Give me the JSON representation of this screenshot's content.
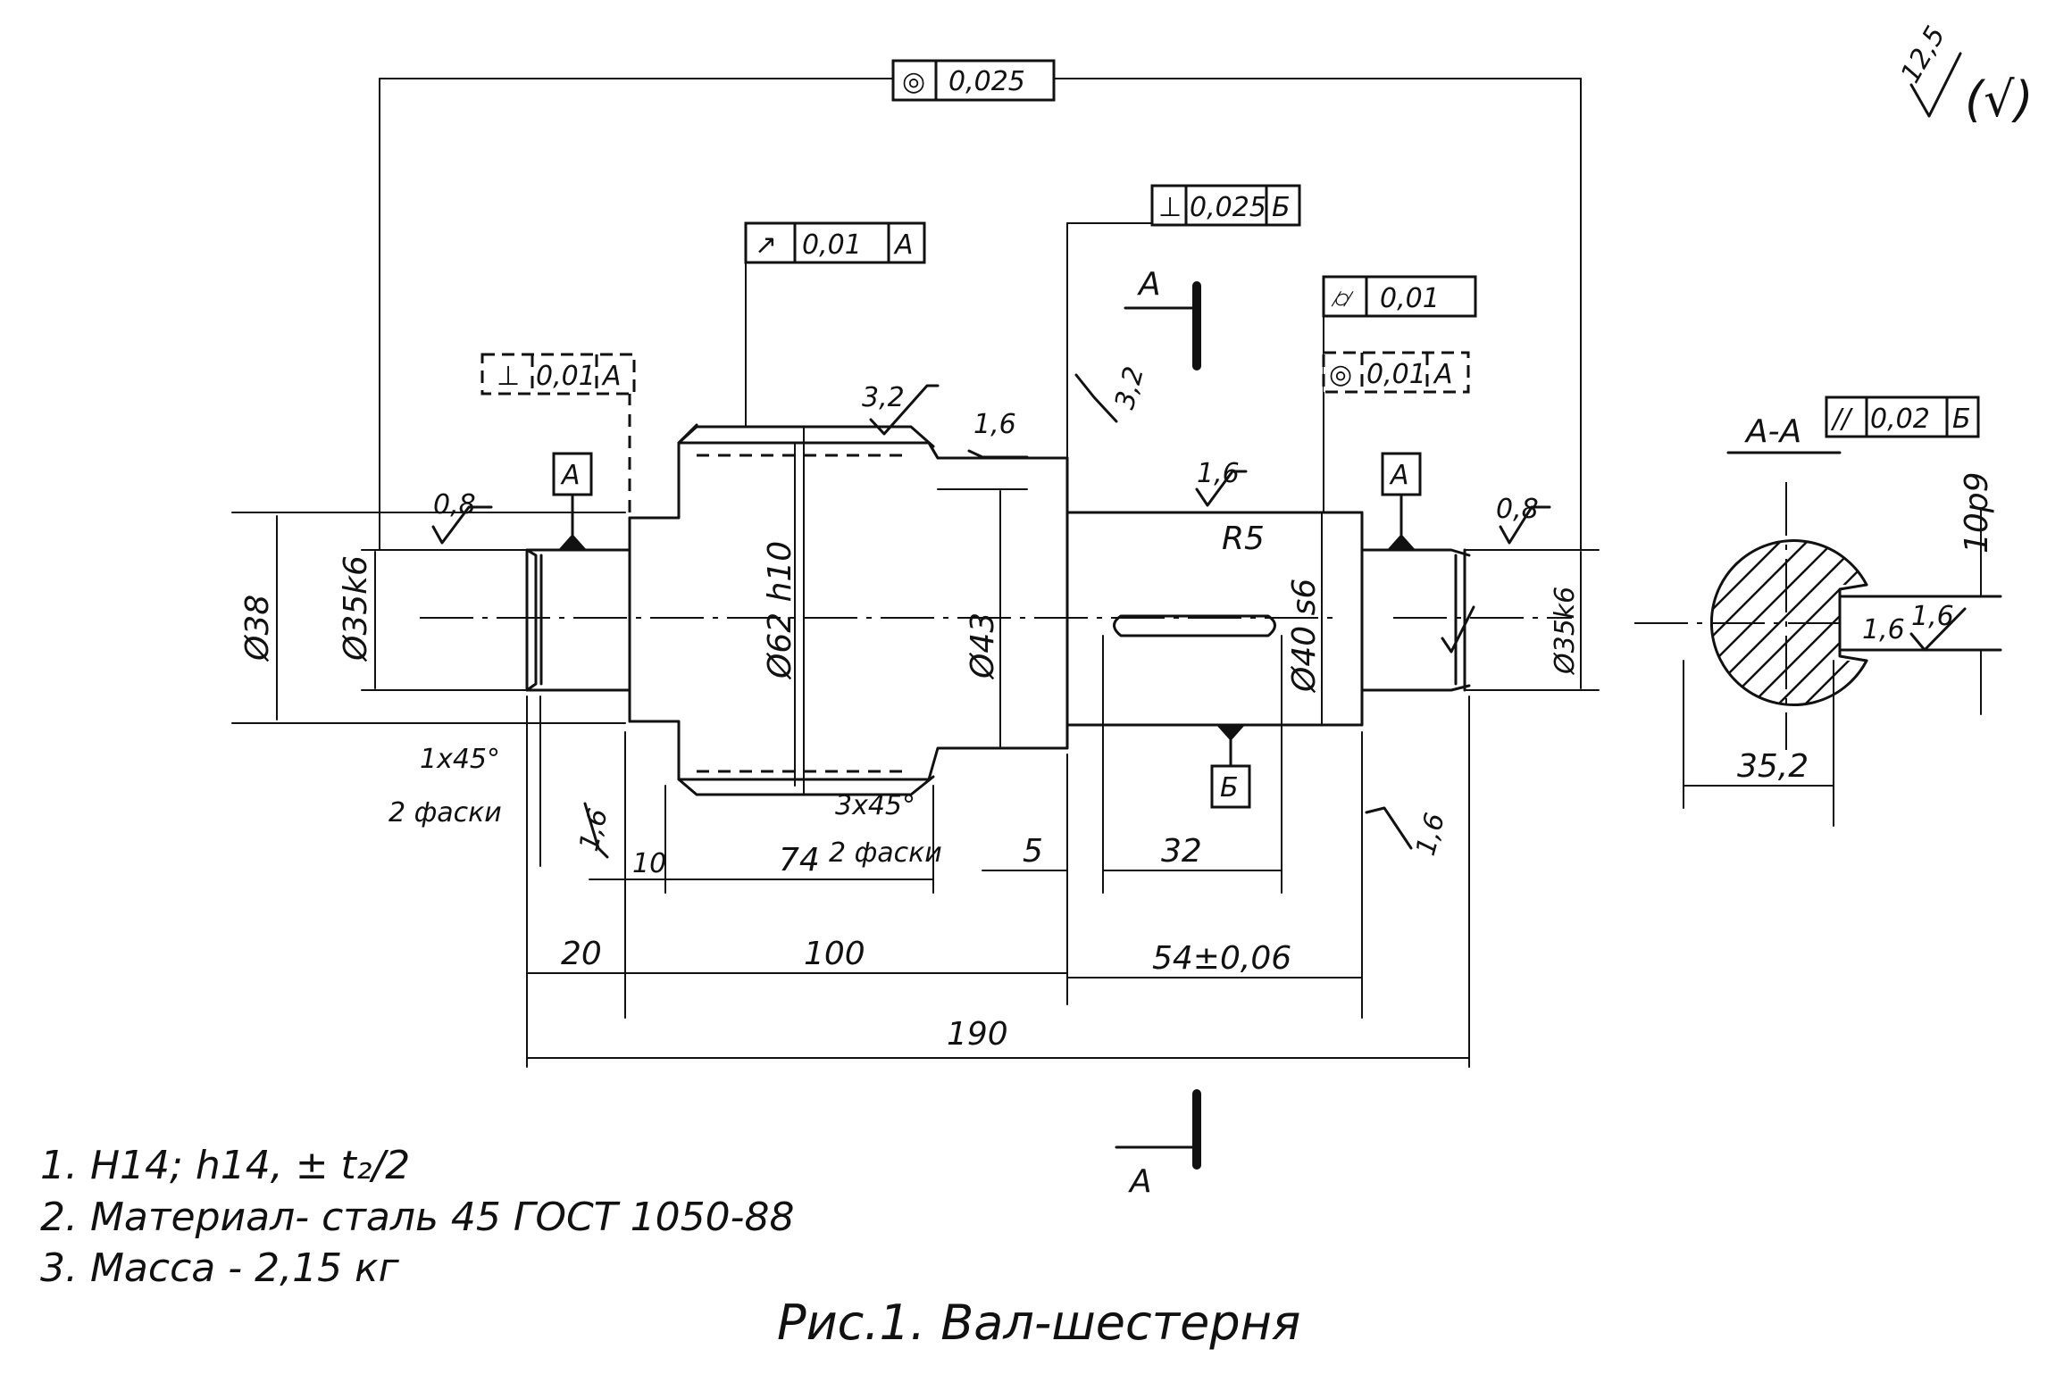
{
  "drawing": {
    "caption": "Рис.1.  Вал-шестерня",
    "roughness_general": "12,5",
    "roughness_general_suffix": "(√)",
    "notes": [
      "1. H14; h14, ± t₂/2",
      "2. Материал- сталь 45 ГОСТ 1050-88",
      "3. Масса - 2,15 кг"
    ],
    "section_title": "А-А",
    "section_mark": "А"
  },
  "tolerance_frames": {
    "concentricity_top": {
      "symbol": "◎",
      "value": "0,025"
    },
    "perpendicularity_B": {
      "symbol": "⊥",
      "value": "0,025",
      "base": "Б"
    },
    "runout_A": {
      "symbol": "↗",
      "value": "0,01",
      "base": "А"
    },
    "perp_left_A": {
      "symbol": "⊥",
      "value": "0,01",
      "base": "А"
    },
    "cylindricity": {
      "symbol": "⌭",
      "value": "0,01"
    },
    "concentricity_A": {
      "symbol": "◎",
      "value": "0,01",
      "base": "А"
    },
    "parallel_B": {
      "symbol": "//",
      "value": "0,02",
      "base": "Б"
    }
  },
  "datums": {
    "a_left": "А",
    "a_right": "А",
    "b": "Б"
  },
  "roughness": {
    "r08_left": "0,8",
    "r08_right": "0,8",
    "r32_top": "3,2",
    "r16_top": "1,6",
    "r16_mid": "1,6",
    "r32_side": "3,2",
    "r16_bottom_left": "1,6",
    "r16_bottom_right": "1,6",
    "r16_keyway": "1,6",
    "r16_section": "1,6"
  },
  "dimensions": {
    "d38": "Ø38",
    "d35k6_left": "Ø35k6",
    "d62h10": "Ø62 h10",
    "d43": "Ø43",
    "d40s6": "Ø40 s6",
    "d35k6_right": "Ø35k6",
    "r5": "R5",
    "l10": "10",
    "l74": "74",
    "l5": "5",
    "l32": "32",
    "l20": "20",
    "l100": "100",
    "l54": "54±0,06",
    "l190": "190",
    "sec352": "35,2",
    "sec10p9": "10p9",
    "chamfer1": "1x45°",
    "chamfer1_note": "2 фаски",
    "chamfer3": "3x45°",
    "chamfer3_note": "2 фаски"
  }
}
